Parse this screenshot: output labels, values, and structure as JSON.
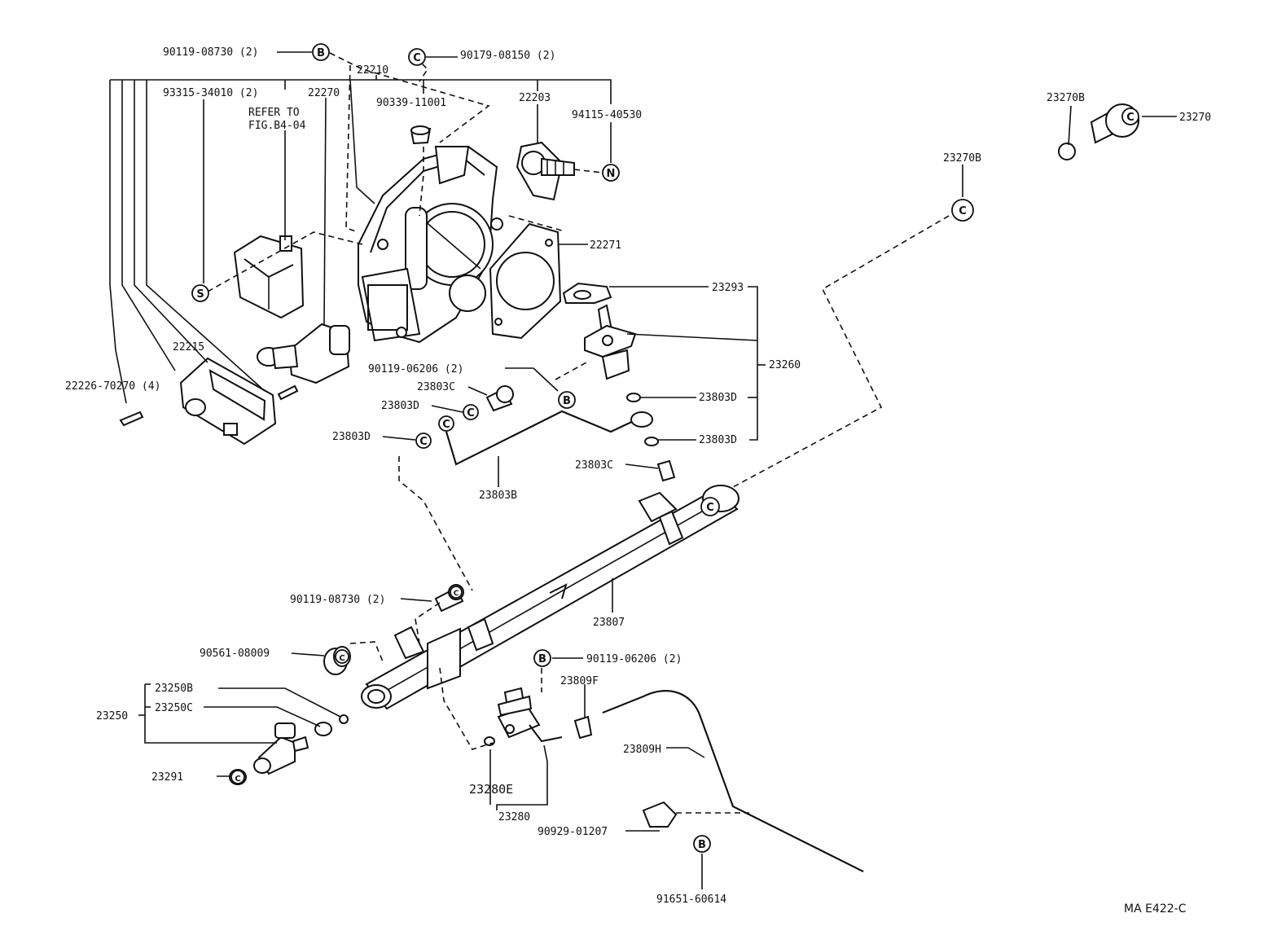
{
  "diagram": {
    "figure_code": "MA E422-C",
    "refer_note": [
      "REFER TO",
      "FIG.B4-04"
    ],
    "part_labels": [
      "90119-08730 (2)",
      "90179-08150 (2)",
      "22210",
      "93315-34010 (2)",
      "22270",
      "90339-11001",
      "22203",
      "94115-40530",
      "23270B",
      "23270",
      "23270B",
      "22271",
      "23293",
      "23260",
      "22215",
      "22226-70270 (4)",
      "90119-06206 (2)",
      "23803C",
      "23803D",
      "23803D",
      "23803D",
      "23803D",
      "23803B",
      "23803C",
      "23807",
      "90119-08730 (2)",
      "90561-08009",
      "23250B",
      "23250C",
      "23250",
      "23291",
      "90119-06206 (2)",
      "23809F",
      "23809H",
      "23280E",
      "23280",
      "90929-01207",
      "91651-60614"
    ],
    "markers": [
      "B",
      "C",
      "N",
      "C",
      "S",
      "C",
      "B",
      "C",
      "C",
      "C",
      "C",
      "C",
      "C",
      "B",
      "C",
      "C",
      "B",
      "B"
    ]
  }
}
